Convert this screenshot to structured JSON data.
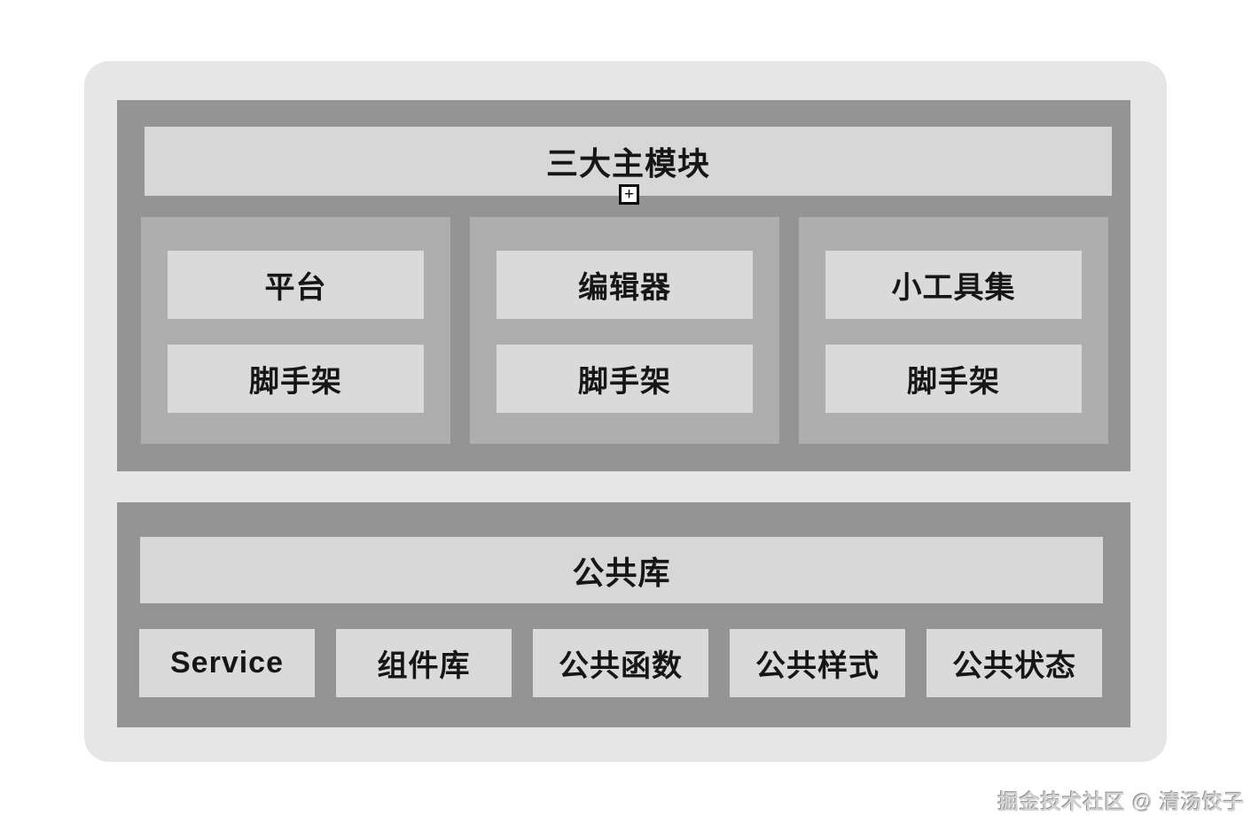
{
  "diagram": {
    "top_section": {
      "title": "三大主模块",
      "plus_icon_glyph": "+",
      "columns": [
        {
          "primary": "平台",
          "secondary": "脚手架"
        },
        {
          "primary": "编辑器",
          "secondary": "脚手架"
        },
        {
          "primary": "小工具集",
          "secondary": "脚手架"
        }
      ]
    },
    "bottom_section": {
      "title": "公共库",
      "items": [
        {
          "label": "Service"
        },
        {
          "label": "组件库"
        },
        {
          "label": "公共函数"
        },
        {
          "label": "公共样式"
        },
        {
          "label": "公共状态"
        }
      ]
    }
  },
  "watermark": "掘金技术社区 @ 清汤饺子",
  "colors": {
    "page_background": "#ffffff",
    "card_background": "#e6e6e6",
    "section_block": "#949494",
    "column_block": "#aeaeae",
    "leaf_box": "#dadada",
    "text": "#161616",
    "watermark_text": "#d2d2d2"
  }
}
